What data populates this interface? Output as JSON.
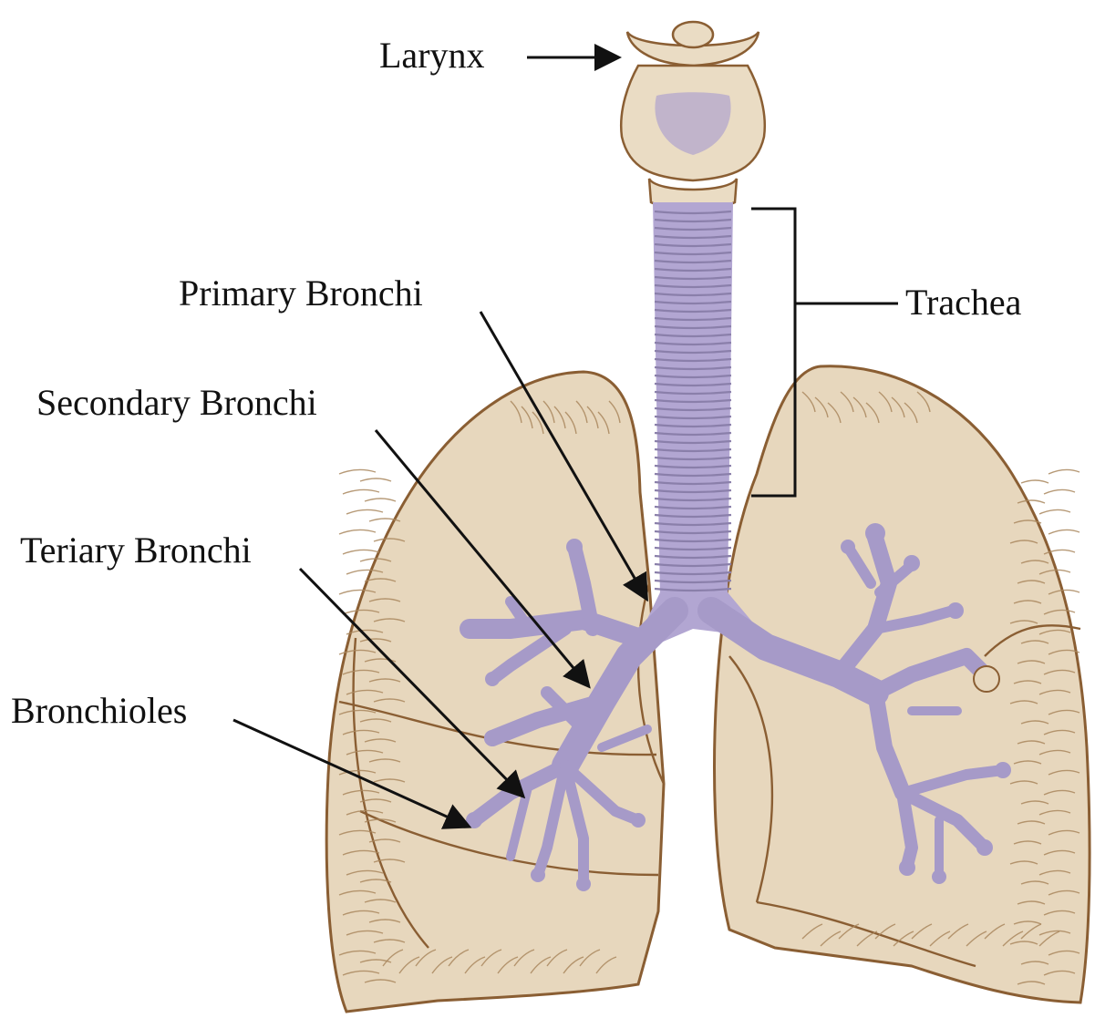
{
  "diagram": {
    "labels": {
      "larynx": "Larynx",
      "trachea": "Trachea",
      "primary_bronchi": "Primary Bronchi",
      "secondary_bronchi": "Secondary Bronchi",
      "tertiary_bronchi": "Teriary Bronchi",
      "bronchioles": "Bronchioles"
    },
    "colors": {
      "lung_tissue": "#e7d7bd",
      "lung_outline": "#8a5e33",
      "airway": "#a69ac8",
      "text": "#111111"
    }
  }
}
